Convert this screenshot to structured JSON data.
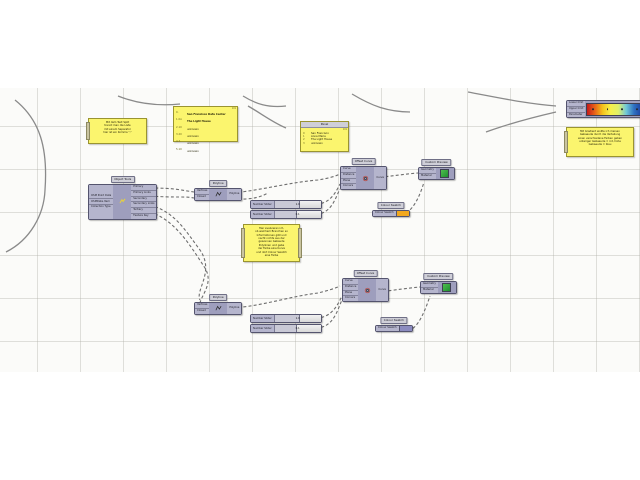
{
  "app": {
    "title": "Grasshopper Canvas",
    "canvas_background": "#fbfbf9",
    "node_color": "#9e9ebd",
    "panel_color": "#fbf56e",
    "wire_color": "#6e6e6e"
  },
  "panels": [
    {
      "id": "note-left",
      "title": "",
      "lines": [
        "Mit dem Text Split",
        "trennt man die Liste",
        "mit einem Separator",
        "hier ist ein Komma \",\""
      ]
    },
    {
      "id": "list-top",
      "title": "",
      "counter": "101",
      "rows": [
        {
          "index": "0.",
          "text": "San Francisco Data Center"
        },
        {
          "index": "1.0A",
          "text": "The Light House"
        },
        {
          "index": "2.10",
          "text": "unknown"
        },
        {
          "index": "3.20",
          "text": "unknown"
        },
        {
          "index": "4.7.",
          "text": "unknown"
        },
        {
          "index": "5.10",
          "text": "unknown"
        }
      ]
    },
    {
      "id": "panel-named",
      "title": "Panel",
      "counter": "101",
      "rows": [
        {
          "index": "0",
          "text": "San Francisco"
        },
        {
          "index": "1",
          "text": "Anna Maria"
        },
        {
          "index": "2",
          "text": "The Light House"
        },
        {
          "index": "3",
          "text": "unknown"
        }
      ]
    },
    {
      "id": "note-center",
      "title": "",
      "lines": [
        "Hier evaluieren ich,",
        "ob welchem Branchen so",
        "Informationen gibt und",
        "nacht nichts aus der",
        "gewonnen Gebaude",
        "Polylinien und gebe",
        "der Farbe eine Kurve",
        "und dort Colour Swatch",
        "eine Farbe"
      ]
    },
    {
      "id": "note-right",
      "title": "",
      "lines": [
        "Mit Gradient wollte ich meinen",
        "Gebaeude durch die Verteilung",
        "einen verschiedene Farben geben",
        "unteriger Gebaeude = rot, hohe",
        "Gebaeude = blau"
      ]
    }
  ],
  "nodes": [
    {
      "id": "osm-tools",
      "label": "Object Tools",
      "inputs": [
        "OSM Point Data",
        "OSMData.Item",
        "Collection Type"
      ],
      "outputs": [
        "Primary",
        "Primary Links",
        "Secondary",
        "Secondary Links",
        "Tertiary",
        "Feature Key"
      ],
      "mid": ""
    },
    {
      "id": "polyline-1",
      "label": "Polyline",
      "inputs": [
        "Vertices",
        "Closed"
      ],
      "outputs": [
        "Polyline"
      ],
      "mid": "icon"
    },
    {
      "id": "polyline-2",
      "label": "Polyline",
      "inputs": [
        "Vertices",
        "Closed"
      ],
      "outputs": [
        "Polyline"
      ],
      "mid": "icon"
    },
    {
      "id": "offset-1",
      "label": "Offset Curve",
      "inputs": [
        "Curve",
        "Distance",
        "Plane",
        "Corners"
      ],
      "outputs": [
        "Curve"
      ],
      "mid": "icon"
    },
    {
      "id": "offset-2",
      "label": "Offset Curve",
      "inputs": [
        "Curve",
        "Distance",
        "Plane",
        "Corners"
      ],
      "outputs": [
        "Curve"
      ],
      "mid": "icon"
    },
    {
      "id": "preview-1",
      "label": "Custom Preview",
      "inputs": [
        "Geometry",
        "Material"
      ],
      "outputs": [],
      "mid": ""
    },
    {
      "id": "preview-2",
      "label": "Custom Preview",
      "inputs": [
        "Geometry",
        "Material"
      ],
      "outputs": [],
      "mid": ""
    },
    {
      "id": "swatch-1",
      "label": "Colour Swatch",
      "inputs": [
        "Colour Swatch"
      ],
      "outputs": [],
      "mid": "",
      "color": "#f2a81e"
    },
    {
      "id": "swatch-2",
      "label": "Colour Swatch",
      "inputs": [
        "Colour Swatch"
      ],
      "outputs": [],
      "mid": "",
      "color": "#8c8cc0"
    },
    {
      "id": "gradient",
      "label": "Gradient",
      "inputs": [
        "Lower limit",
        "Upper limit",
        "Parameter"
      ],
      "outputs": [],
      "mid": "gradient"
    }
  ],
  "sliders": [
    {
      "id": "slider-1",
      "name": "Number Slider",
      "value": "1.0",
      "fill_pct": 52
    },
    {
      "id": "slider-2",
      "name": "Number Slider",
      "value": "0.1",
      "fill_pct": 46
    },
    {
      "id": "slider-3",
      "name": "Number Slider",
      "value": "1.0",
      "fill_pct": 52
    },
    {
      "id": "slider-4",
      "name": "Number Slider",
      "value": "0.1",
      "fill_pct": 46
    }
  ]
}
